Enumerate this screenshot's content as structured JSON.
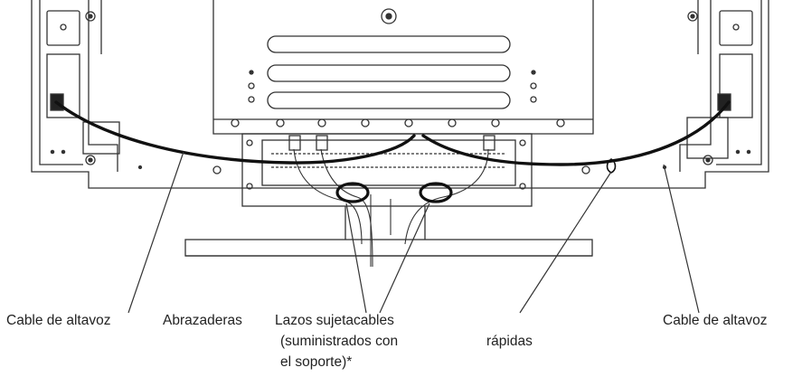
{
  "labels": {
    "speaker_cable_left": "Cable de altavoz",
    "clamps": "Abrazaderas",
    "cable_ties_line1": "Lazos sujetacables",
    "cable_ties_line2": "(suministrados con",
    "cable_ties_line3": "el soporte)*",
    "quick": "rápidas",
    "speaker_cable_right": "Cable de altavoz"
  },
  "colors": {
    "line": "#333333",
    "cable": "#111111",
    "text": "#222222"
  }
}
